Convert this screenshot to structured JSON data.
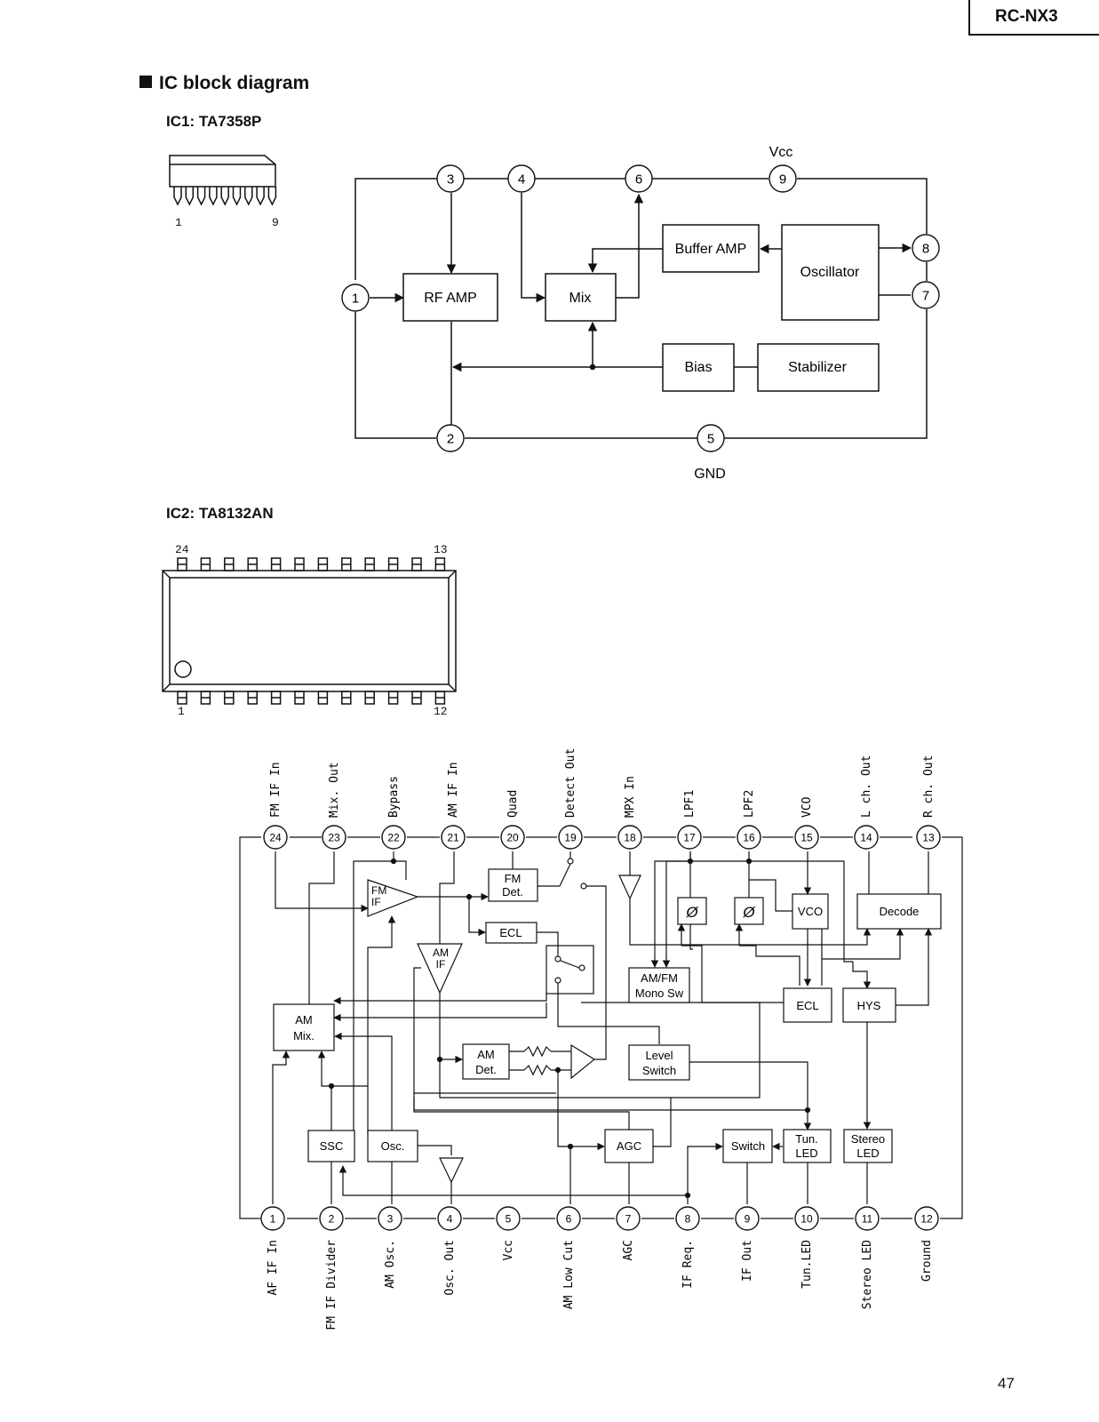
{
  "model": "RC-NX3",
  "section_title": "IC block diagram",
  "page_number": "47",
  "ic1": {
    "title": "IC1: TA7358P",
    "package_pins": {
      "first": "1",
      "last": "9"
    },
    "vcc_label": "Vcc",
    "gnd_label": "GND",
    "pins": [
      "1",
      "2",
      "3",
      "4",
      "5",
      "6",
      "7",
      "8",
      "9"
    ],
    "blocks": {
      "rf_amp": "RF AMP",
      "mix": "Mix",
      "buffer_amp": "Buffer AMP",
      "oscillator": "Oscillator",
      "bias": "Bias",
      "stabilizer": "Stabilizer"
    }
  },
  "ic2": {
    "title": "IC2: TA8132AN",
    "package_pins": {
      "top_left": "24",
      "top_right": "13",
      "bottom_left": "1",
      "bottom_right": "12"
    },
    "top_pins": [
      {
        "num": "24",
        "label": "FM IF In"
      },
      {
        "num": "23",
        "label": "Mix. Out"
      },
      {
        "num": "22",
        "label": "Bypass"
      },
      {
        "num": "21",
        "label": "AM IF In"
      },
      {
        "num": "20",
        "label": "Quad"
      },
      {
        "num": "19",
        "label": "Detect Out"
      },
      {
        "num": "18",
        "label": "MPX In"
      },
      {
        "num": "17",
        "label": "LPF1"
      },
      {
        "num": "16",
        "label": "LPF2"
      },
      {
        "num": "15",
        "label": "VCO"
      },
      {
        "num": "14",
        "label": "L ch. Out"
      },
      {
        "num": "13",
        "label": "R ch. Out"
      }
    ],
    "bottom_pins": [
      {
        "num": "1",
        "label": "AF IF In"
      },
      {
        "num": "2",
        "label": "FM IF Divider"
      },
      {
        "num": "3",
        "label": "AM Osc."
      },
      {
        "num": "4",
        "label": "Osc. Out"
      },
      {
        "num": "5",
        "label": "Vcc"
      },
      {
        "num": "6",
        "label": "AM Low Cut"
      },
      {
        "num": "7",
        "label": "AGC"
      },
      {
        "num": "8",
        "label": "IF Req."
      },
      {
        "num": "9",
        "label": "IF Out"
      },
      {
        "num": "10",
        "label": "Tun.LED"
      },
      {
        "num": "11",
        "label": "Stereo LED"
      },
      {
        "num": "12",
        "label": "Ground"
      }
    ],
    "blocks": {
      "fm_if": [
        "FM",
        "IF"
      ],
      "am_if": [
        "AM",
        "IF"
      ],
      "fm_det": [
        "FM",
        "Det."
      ],
      "ecl1": "ECL",
      "am_mix": [
        "AM",
        "Mix."
      ],
      "am_det": [
        "AM",
        "Det."
      ],
      "level_switch": [
        "Level",
        "Switch"
      ],
      "am_fm_mono": [
        "AM/FM",
        "Mono Sw"
      ],
      "phi1": "Ø",
      "phi2": "Ø",
      "vco": "VCO",
      "decode": "Decode",
      "ecl2": "ECL",
      "hys": "HYS",
      "ssc": "SSC",
      "osc": "Osc.",
      "agc": "AGC",
      "switch": "Switch",
      "tun_led": [
        "Tun.",
        "LED"
      ],
      "stereo_led": [
        "Stereo",
        "LED"
      ]
    }
  }
}
